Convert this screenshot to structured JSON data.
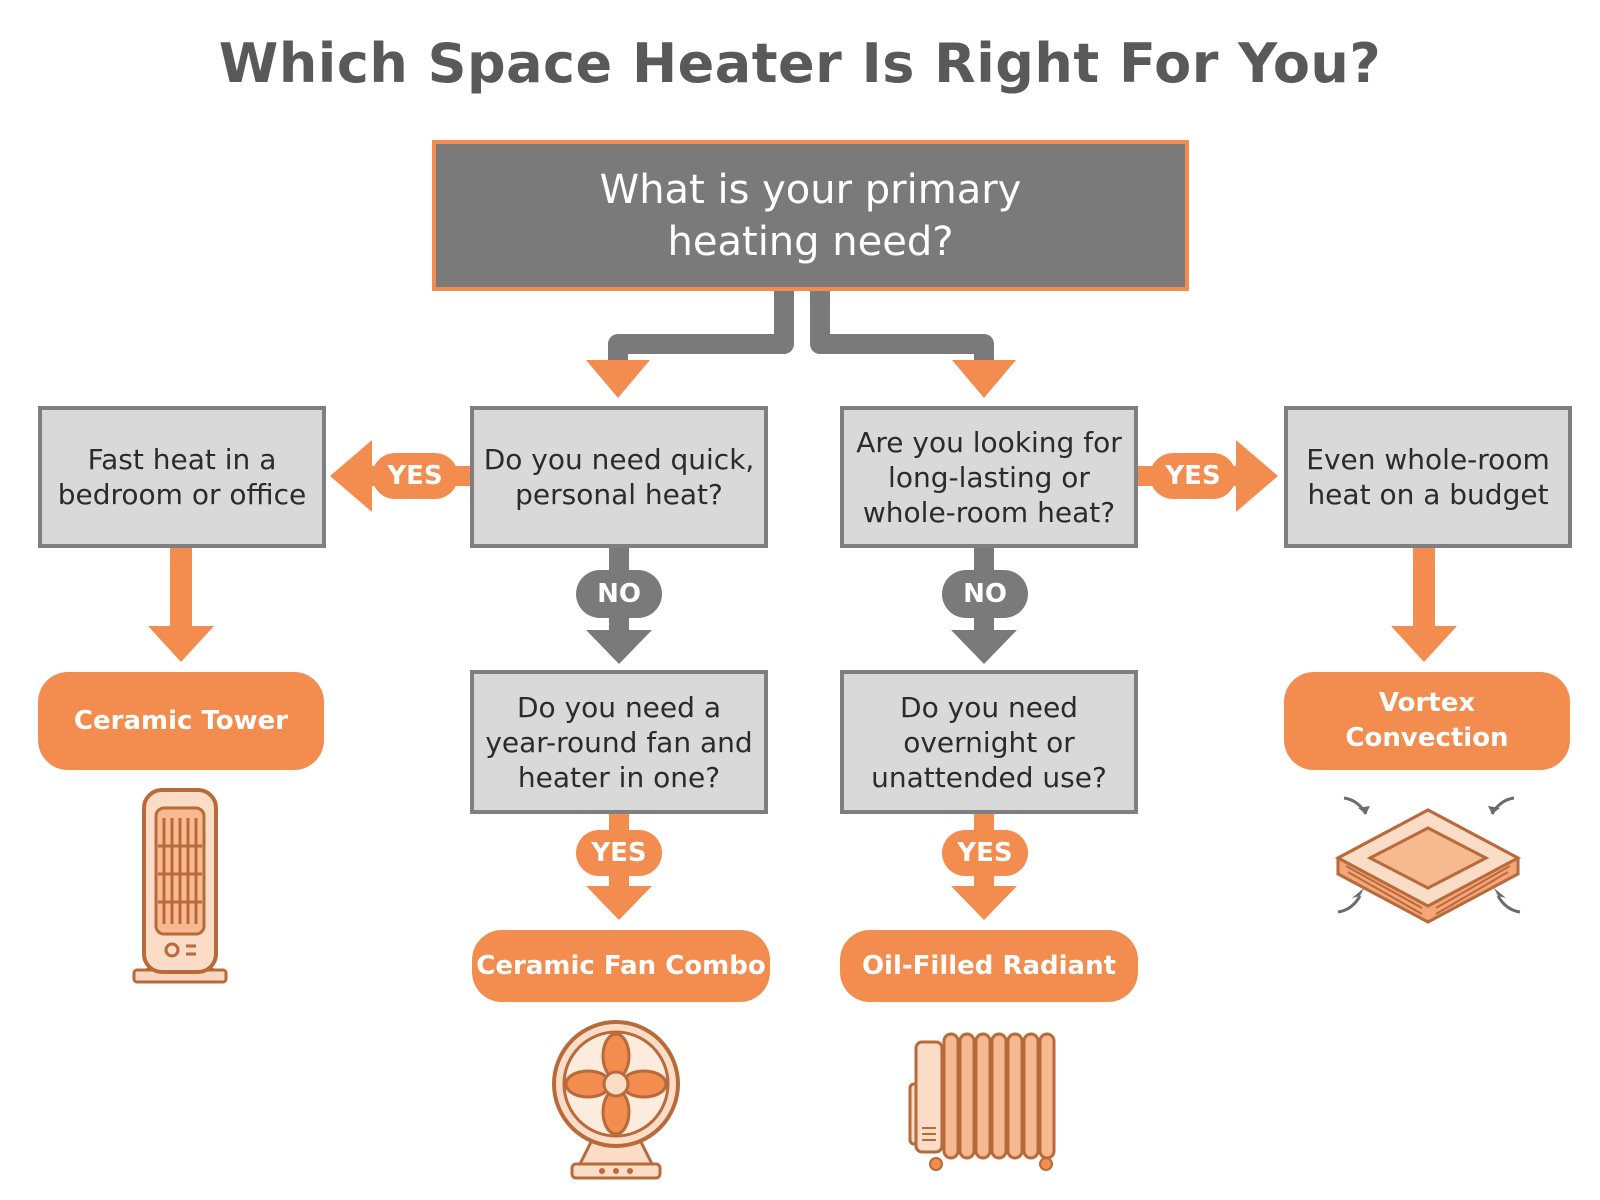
{
  "title": "Which Space Heater Is Right For You?",
  "root_question": "What is your primary\nheating need?",
  "questions": {
    "quick_personal": "Do you need quick,\npersonal heat?",
    "long_lasting": "Are you looking for\nlong-lasting or\nwhole-room heat?",
    "fan_heater": "Do you need a\nyear-round fan and\nheater in one?",
    "overnight": "Do you need\novernight or\nunattended use?"
  },
  "needs": {
    "fast_heat": "Fast heat in a\nbedroom or office",
    "even_heat": "Even whole-room\nheat on a budget"
  },
  "results": {
    "ceramic_tower": "Ceramic Tower",
    "ceramic_fan_combo": "Ceramic Fan Combo",
    "oil_filled_radiant": "Oil-Filled Radiant",
    "vortex_convection": "Vortex\nConvection"
  },
  "labels": {
    "yes": "YES",
    "no": "NO"
  },
  "colors": {
    "accent": "#f28c4f",
    "gray": "#7a7a7a",
    "box_fill": "#d9d9d9",
    "title": "#595959"
  },
  "icons": {
    "ceramic_tower": "tower-heater-icon",
    "ceramic_fan_combo": "fan-heater-icon",
    "oil_filled_radiant": "oil-radiator-icon",
    "vortex_convection": "convection-heater-icon"
  }
}
